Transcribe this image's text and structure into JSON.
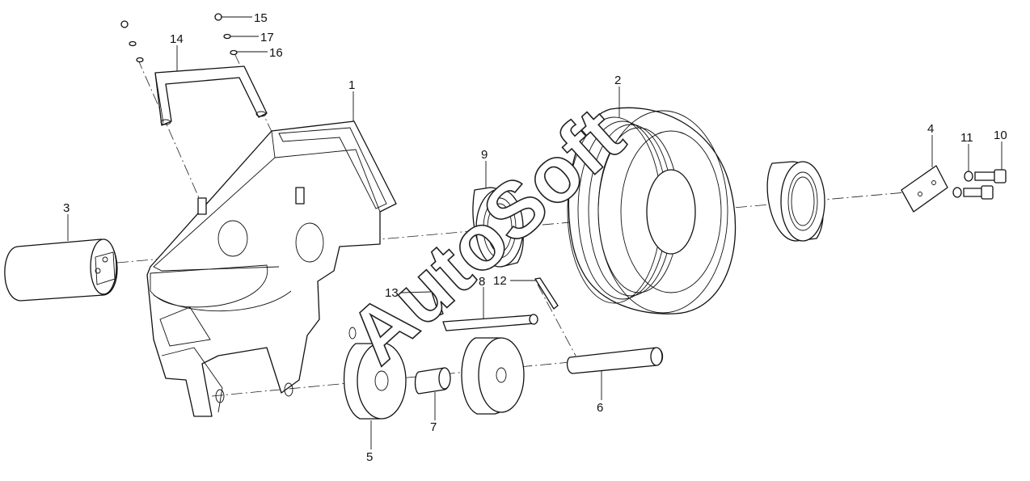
{
  "callouts": [
    {
      "id": "c1",
      "text": "1"
    },
    {
      "id": "c2",
      "text": "2"
    },
    {
      "id": "c3",
      "text": "3"
    },
    {
      "id": "c4",
      "text": "4"
    },
    {
      "id": "c5",
      "text": "5"
    },
    {
      "id": "c6",
      "text": "6"
    },
    {
      "id": "c7",
      "text": "7"
    },
    {
      "id": "c8",
      "text": "8"
    },
    {
      "id": "c9",
      "text": "9"
    },
    {
      "id": "c10",
      "text": "10"
    },
    {
      "id": "c11",
      "text": "11"
    },
    {
      "id": "c12",
      "text": "12"
    },
    {
      "id": "c13",
      "text": "13"
    },
    {
      "id": "c14",
      "text": "14"
    },
    {
      "id": "c15",
      "text": "15"
    },
    {
      "id": "c16",
      "text": "16"
    },
    {
      "id": "c17",
      "text": "17"
    }
  ],
  "watermark": "AutoSoft"
}
